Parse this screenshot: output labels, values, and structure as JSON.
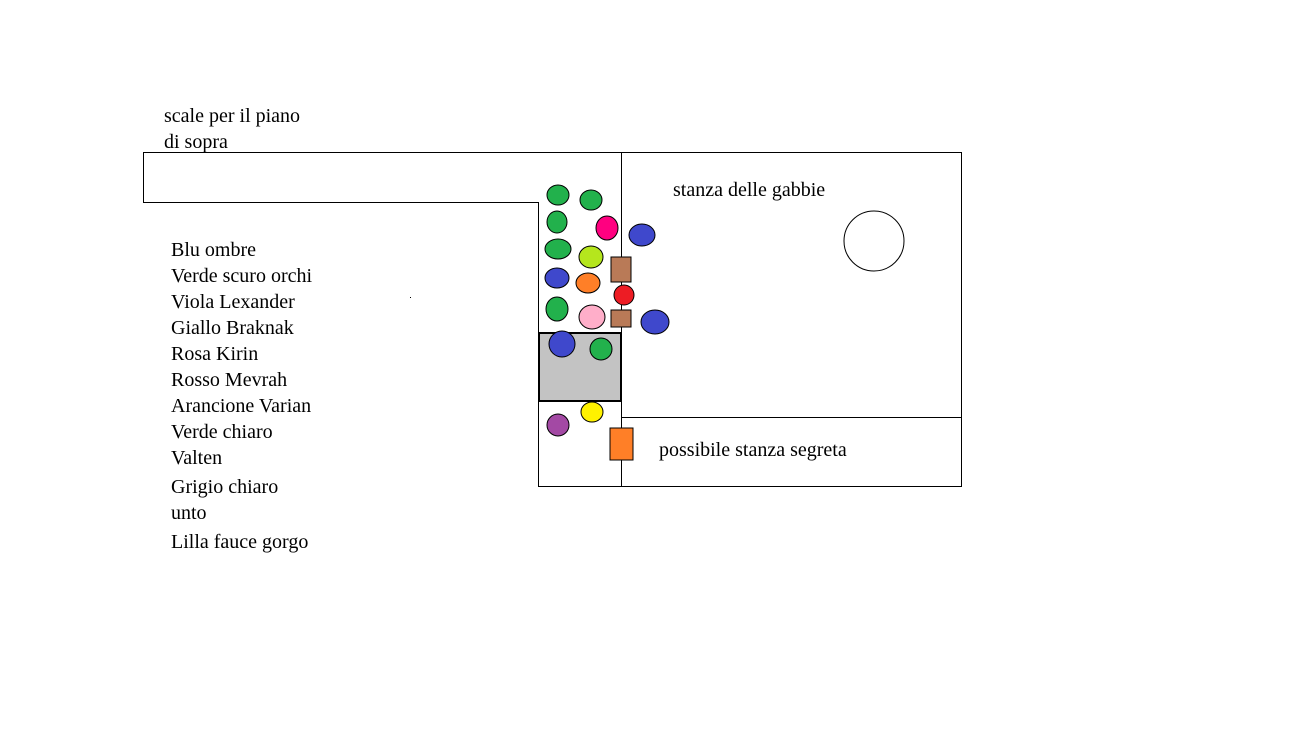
{
  "labels": {
    "stairs_line1": "scale per il piano",
    "stairs_line2": "di sopra",
    "cage_room": "stanza delle gabbie",
    "secret_room": "possibile stanza segreta"
  },
  "legend": [
    "Blu ombre",
    "Verde scuro orchi",
    "Viola Lexander",
    "Giallo Braknak",
    "Rosa Kirin",
    "Rosso Mevrah",
    "Arancione Varian",
    "Verde chiaro",
    "Valten",
    "Grigio chiaro",
    "unto",
    "Lilla fauce gorgo"
  ],
  "colors": {
    "blue": "#3f48cc",
    "green": "#22b14c",
    "magenta": "#ff0080",
    "lime": "#b5e61d",
    "orange": "#ff7f27",
    "red": "#ed1c24",
    "pink": "#ffaec9",
    "yellow": "#fff200",
    "purple": "#a349a4",
    "brown": "#b97a57",
    "gray": "#c3c3c3"
  }
}
